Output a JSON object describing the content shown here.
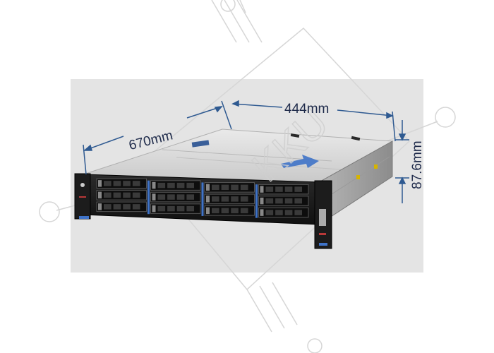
{
  "dimensions": {
    "depth": "670mm",
    "width": "444mm",
    "height": "87.6mm"
  },
  "watermark": {
    "text": "KKU"
  },
  "colors": {
    "backdrop": "#e4e4e4",
    "chassis_light": "#dcdcdc",
    "chassis_dark": "#1a1a1a",
    "accent_blue": "#3f73c8",
    "dimension_line": "#2f5a91",
    "label_text": "#1e2a4a",
    "watermark": "#d8d8d8"
  },
  "drive_bays": {
    "rows": 3,
    "columns": 4
  }
}
